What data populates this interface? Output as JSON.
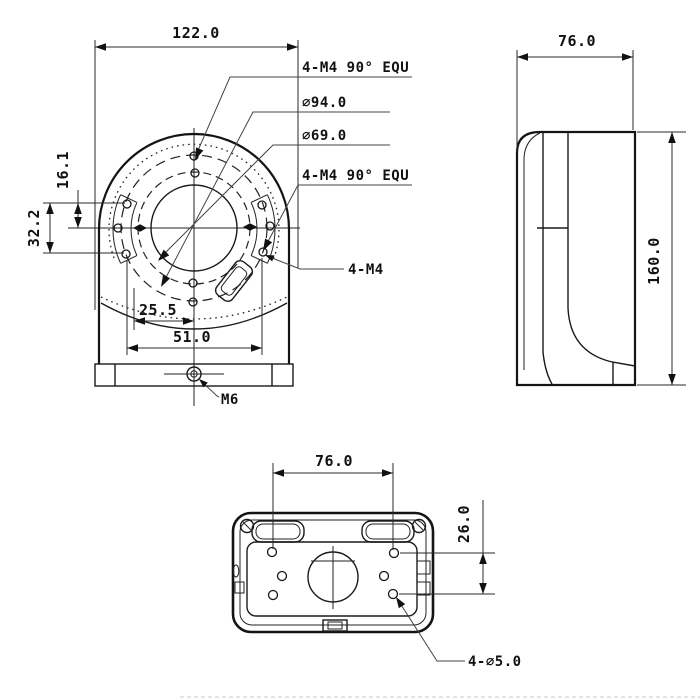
{
  "front_view": {
    "width": "122.0",
    "hole_row_offset": "16.1",
    "hole_row_spacing": "32.2",
    "slot_half_span": "25.5",
    "slot_full_span": "51.0",
    "callout_top": "4-M4 90° EQU",
    "dia_outer_circle": "∅94.0",
    "dia_inner_circle": "∅69.0",
    "callout_mid": "4-M4 90° EQU",
    "callout_side_holes": "4-M4",
    "callout_base_hole": "M6"
  },
  "side_view": {
    "width": "76.0",
    "height": "160.0"
  },
  "bottom_view": {
    "width": "76.0",
    "hole_row_offset": "26.0",
    "callout_holes": "4-∅5.0"
  }
}
